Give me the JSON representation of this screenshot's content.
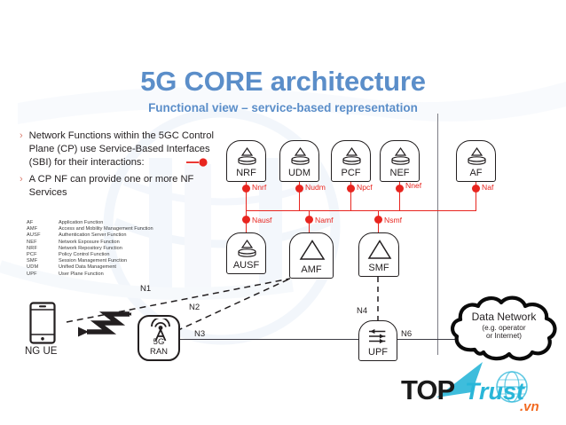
{
  "header": {
    "title": "5G CORE architecture",
    "subtitle": "Functional view – service-based representation",
    "title_color": "#5b8ec9"
  },
  "bullets": {
    "chevron": "›",
    "items": [
      "Network Functions within the 5GC Control Plane (CP) use Service-Based Interfaces (SBI) for their interactions:",
      "A CP NF can provide one or more NF Services"
    ]
  },
  "legend": {
    "rows": [
      {
        "abbr": "AF",
        "full": "Application Function"
      },
      {
        "abbr": "AMF",
        "full": "Access and Mobility Management Function"
      },
      {
        "abbr": "AUSF",
        "full": "Authentication Server Function"
      },
      {
        "abbr": "NEF",
        "full": "Network Exposure Function"
      },
      {
        "abbr": "NRF",
        "full": "Network Repository Function"
      },
      {
        "abbr": "PCF",
        "full": "Policy Control Function"
      },
      {
        "abbr": "SMF",
        "full": "Session Management Function"
      },
      {
        "abbr": "UDM",
        "full": "Unified Data Management"
      },
      {
        "abbr": "UPF",
        "full": "User Plane Function"
      }
    ]
  },
  "diagram": {
    "sbi_color": "#e8251f",
    "nf_top_row": [
      {
        "name": "NRF",
        "service": "Nnrf",
        "icon": "nf-cylinder-icon"
      },
      {
        "name": "UDM",
        "service": "Nudm",
        "icon": "nf-cylinder-icon"
      },
      {
        "name": "PCF",
        "service": "Npcf",
        "icon": "nf-cylinder-icon"
      },
      {
        "name": "NEF",
        "service": "Nnef",
        "icon": "nf-cylinder-icon"
      },
      {
        "name": "AF",
        "service": "Naf",
        "icon": "nf-cylinder-icon"
      }
    ],
    "nf_bottom_row": [
      {
        "name": "AUSF",
        "service": "Nausf",
        "icon": "nf-cylinder-icon"
      },
      {
        "name": "AMF",
        "service": "Namf",
        "icon": "nf-triangle-icon"
      },
      {
        "name": "SMF",
        "service": "Nsmf",
        "icon": "nf-triangle-icon"
      }
    ],
    "nodes": {
      "ue_label": "NG UE",
      "ran_label_line1": "5G",
      "ran_label_line2": "RAN",
      "upf_label": "UPF",
      "cloud_title": "Data Network",
      "cloud_sub_line1": "(e.g. operator",
      "cloud_sub_line2": "or Internet)"
    },
    "reference_points": [
      {
        "id": "N1",
        "style": "dashed"
      },
      {
        "id": "N2",
        "style": "dashed"
      },
      {
        "id": "N3",
        "style": "solid"
      },
      {
        "id": "N4",
        "style": "dashed"
      },
      {
        "id": "N6",
        "style": "solid"
      }
    ]
  },
  "logo": {
    "top": "TOP",
    "trust": "Trust",
    "tld": ".vn",
    "top_color": "#1a1a1a",
    "trust_color": "#29b6d8",
    "tld_color": "#f26a21"
  }
}
